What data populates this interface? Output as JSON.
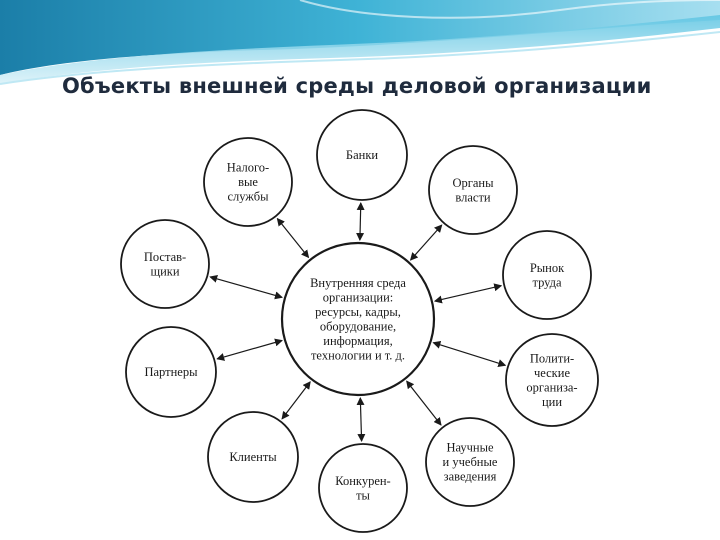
{
  "slide": {
    "title": "Объекты внешней среды деловой организации"
  },
  "diagram": {
    "center": {
      "lines": [
        "Внутренняя среда",
        "организации:",
        "ресурсы, кадры,",
        "оборудование,",
        "информация,",
        "технологии и т. д."
      ]
    },
    "nodes": [
      {
        "id": "banks",
        "lines": [
          "Банки"
        ]
      },
      {
        "id": "authorities",
        "lines": [
          "Органы",
          "власти"
        ]
      },
      {
        "id": "labor-market",
        "lines": [
          "Рынок",
          "труда"
        ]
      },
      {
        "id": "political-orgs",
        "lines": [
          "Полити-",
          "ческие",
          "организа-",
          "ции"
        ]
      },
      {
        "id": "education",
        "lines": [
          "Научные",
          "и учебные",
          "заведения"
        ]
      },
      {
        "id": "competitors",
        "lines": [
          "Конкурен-",
          "ты"
        ]
      },
      {
        "id": "clients",
        "lines": [
          "Клиенты"
        ]
      },
      {
        "id": "partners",
        "lines": [
          "Партнеры"
        ]
      },
      {
        "id": "suppliers",
        "lines": [
          "Постав-",
          "щики"
        ]
      },
      {
        "id": "tax-services",
        "lines": [
          "Налого-",
          "вые",
          "службы"
        ]
      }
    ]
  }
}
